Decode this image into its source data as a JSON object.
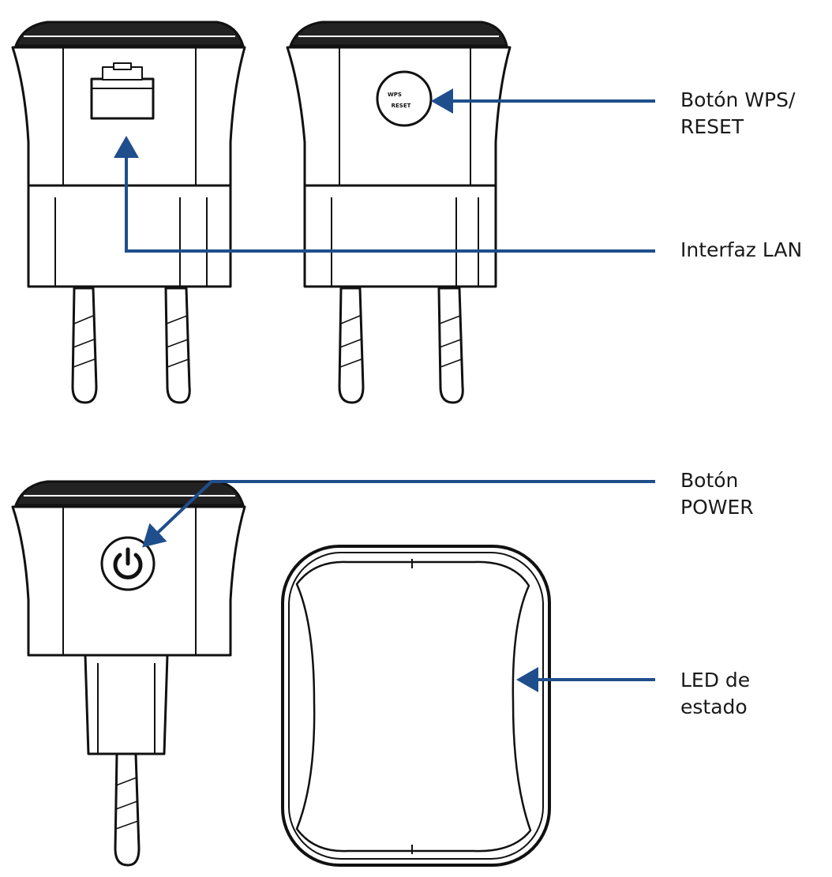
{
  "labels": {
    "wps": [
      "Botón WPS/",
      "RESET"
    ],
    "lan": [
      "Interfaz LAN"
    ],
    "power": [
      "Botón",
      "POWER"
    ],
    "led": [
      "LED de",
      "estado"
    ]
  },
  "device_markings": {
    "wps_line1": "WPS",
    "wps_line2": "RESET"
  },
  "icons": {
    "power": "power-symbol-icon"
  },
  "colors": {
    "arrow": "#1f4e8c",
    "outline": "#111111"
  }
}
